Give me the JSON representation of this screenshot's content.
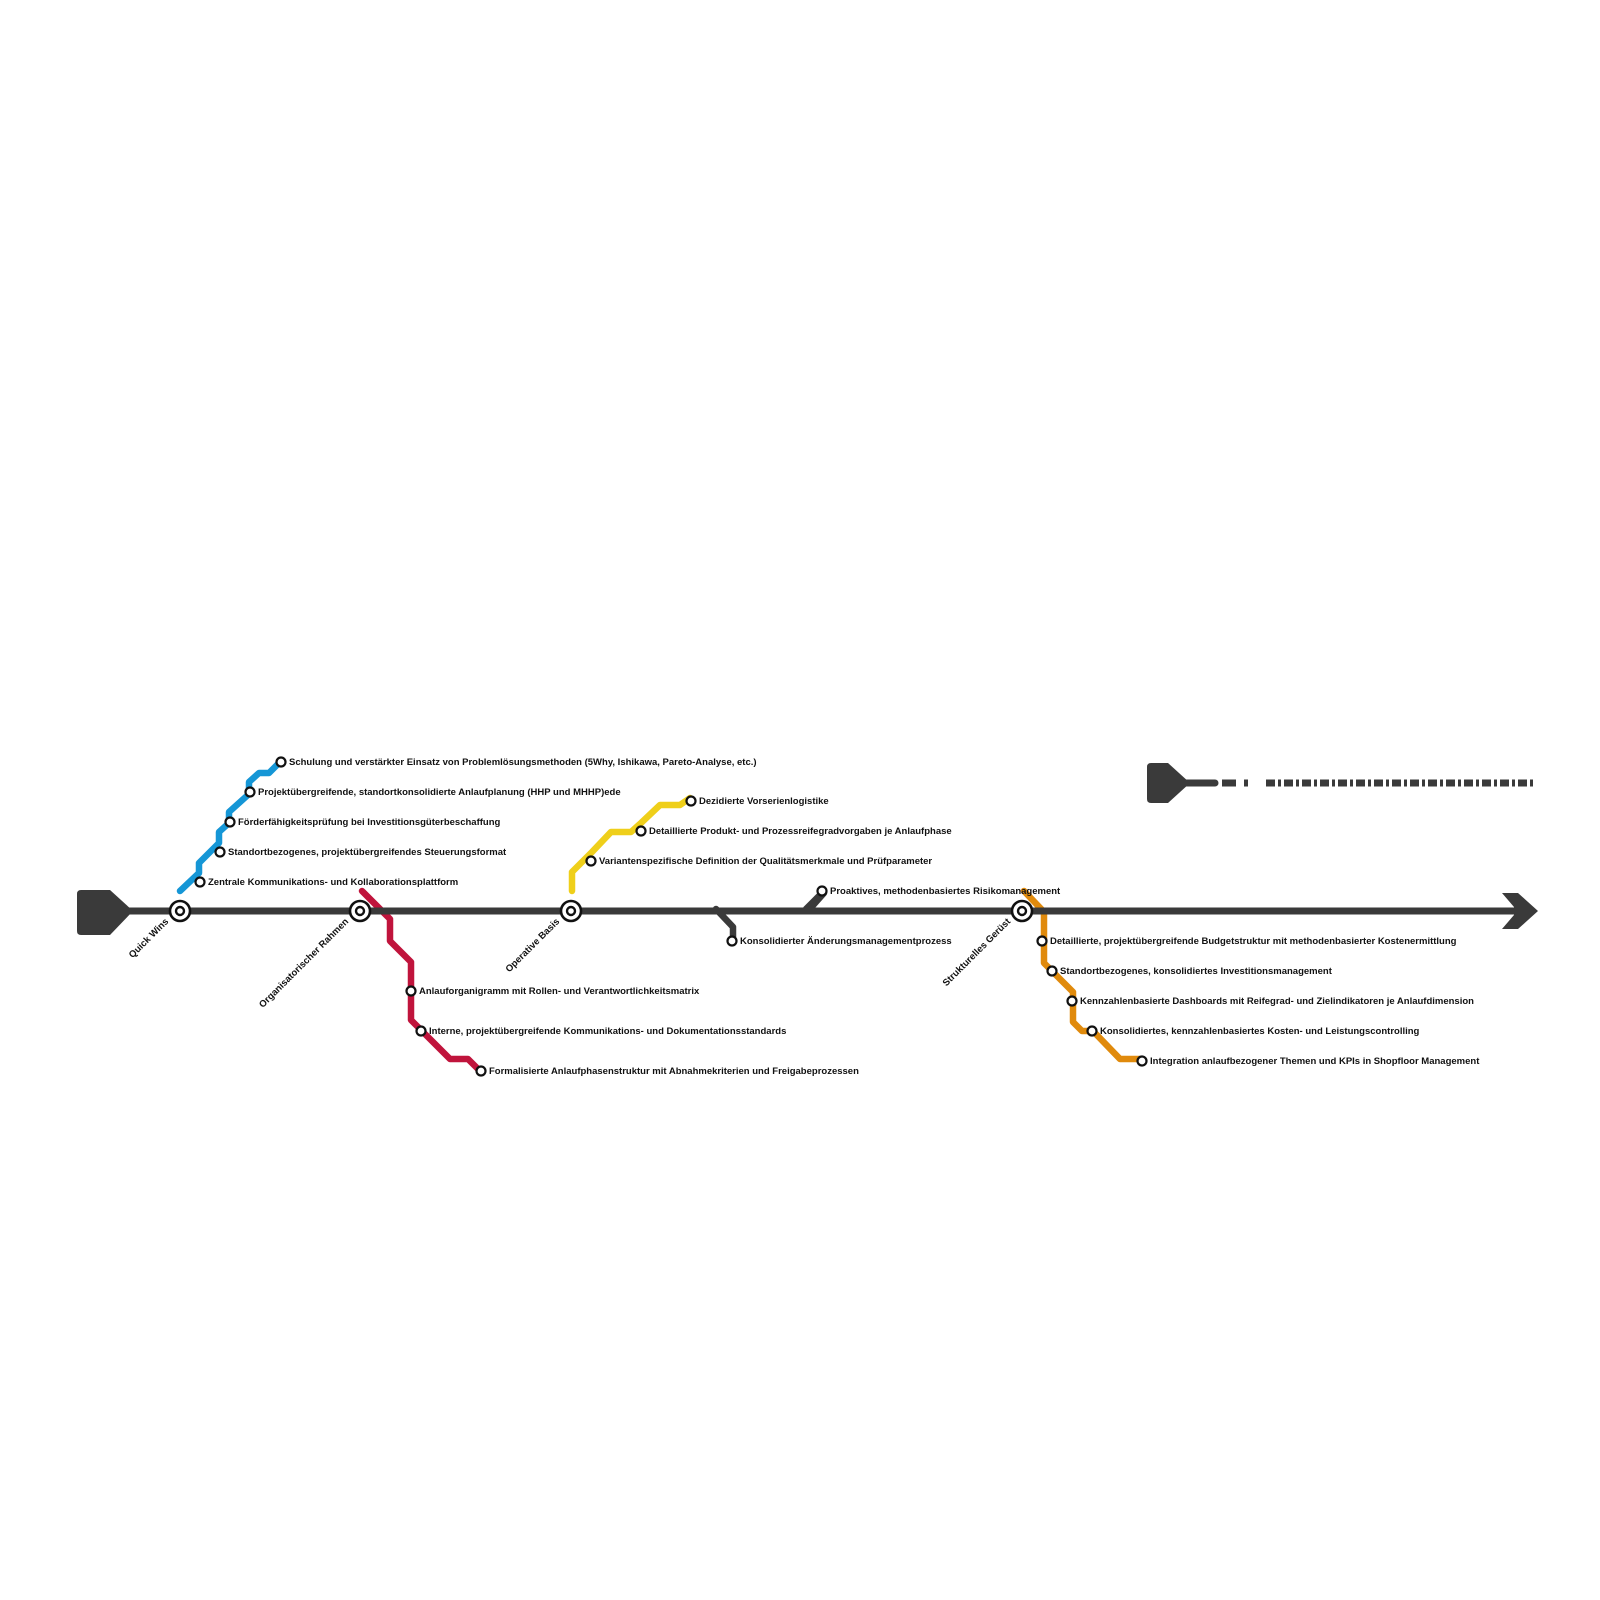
{
  "colors": {
    "trunk": "#3a3a3a",
    "quick_wins": "#1596d6",
    "organisatorischer_rahmen": "#c0143c",
    "operative_basis": "#efcf1a",
    "strukturelles_geruest": "#e08a0c",
    "station_fill": "#ffffff",
    "station_stroke": "#111111"
  },
  "hubs": [
    {
      "id": "quick-wins",
      "label": "Quick Wins"
    },
    {
      "id": "organisatorischer-rahmen",
      "label": "Organisatorischer Rahmen"
    },
    {
      "id": "operative-basis",
      "label": "Operative Basis"
    },
    {
      "id": "strukturelles-geruest",
      "label": "Strukturelles Gerüst"
    }
  ],
  "lines": {
    "quick_wins": {
      "stations": [
        "Zentrale Kommunikations- und Kollaborationsplattform",
        "Standortbezogenes, projektübergreifendes Steuerungsformat",
        "Förderfähigkeitsprüfung bei Investitionsgüterbeschaffung",
        "Projektübergreifende, standortkonsolidierte Anlaufplanung (HHP und MHHP)ede",
        "Schulung und verstärkter Einsatz von Problemlösungsmethoden (5Why, Ishikawa, Pareto-Analyse, etc.)"
      ]
    },
    "organisatorischer_rahmen": {
      "stations": [
        "Anlauforganigramm mit Rollen- und Verantwortlichkeitsmatrix",
        "Interne, projektübergreifende Kommunikations- und Dokumentationsstandards",
        "Formalisierte Anlaufphasenstruktur mit Abnahmekriterien und Freigabeprozessen"
      ]
    },
    "operative_basis": {
      "stations": [
        "Variantenspezifische Definition der Qualitätsmerkmale und Prüfparameter",
        "Detaillierte Produkt- und Prozessreifegradvorgaben je Anlaufphase",
        "Dezidierte Vorserienlogistike"
      ]
    },
    "trunk_spurs": {
      "stations": [
        "Konsolidierter Änderungsmanagementprozess",
        "Proaktives, methodenbasiertes Risikomanagement"
      ]
    },
    "strukturelles_geruest": {
      "stations": [
        "Detaillierte, projektübergreifende Budgetstruktur mit methodenbasierter Kostenermittlung",
        "Standortbezogenes, konsolidiertes Investitionsmanagement",
        "Kennzahlenbasierte Dashboards mit Reifegrad- und Zielindikatoren je Anlaufdimension",
        "Konsolidiertes, kennzahlenbasiertes Kosten- und Leistungscontrolling",
        "Integration anlaufbezogener Themen und KPIs in Shopfloor Management"
      ]
    }
  }
}
